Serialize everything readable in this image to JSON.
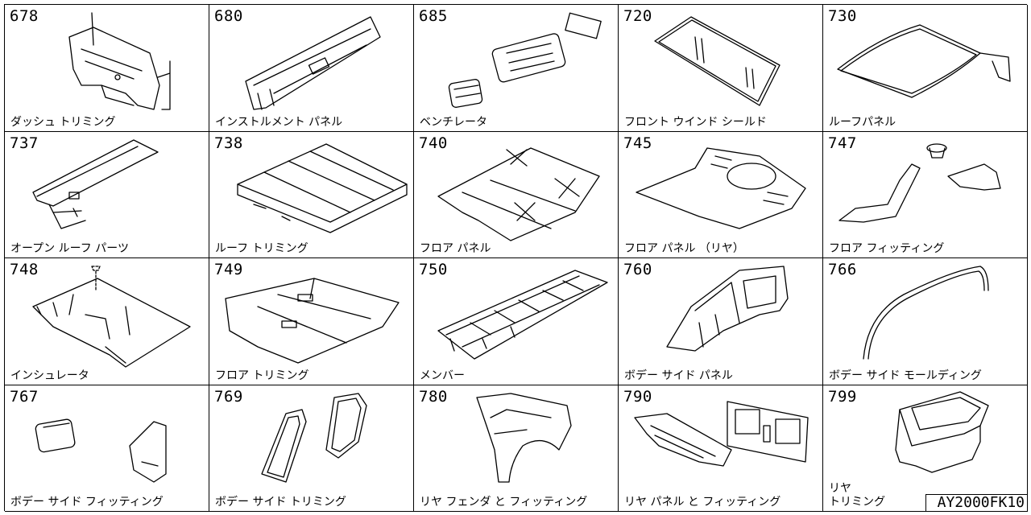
{
  "catalog_code": "AY2000FK10",
  "parts": [
    {
      "number": "678",
      "label": "ダッシュ トリミング"
    },
    {
      "number": "680",
      "label": "インストルメント パネル"
    },
    {
      "number": "685",
      "label": "ベンチレータ"
    },
    {
      "number": "720",
      "label": "フロント ウインド シールド"
    },
    {
      "number": "730",
      "label": "ルーフパネル"
    },
    {
      "number": "737",
      "label": "オープン ルーフ パーツ"
    },
    {
      "number": "738",
      "label": "ルーフ トリミング"
    },
    {
      "number": "740",
      "label": "フロア パネル"
    },
    {
      "number": "745",
      "label": "フロア パネル （リヤ）"
    },
    {
      "number": "747",
      "label": "フロア フィッティング"
    },
    {
      "number": "748",
      "label": "インシュレータ"
    },
    {
      "number": "749",
      "label": "フロア トリミング"
    },
    {
      "number": "750",
      "label": "メンバー"
    },
    {
      "number": "760",
      "label": "ボデー サイド パネル"
    },
    {
      "number": "766",
      "label": "ボデー サイド モールディング"
    },
    {
      "number": "767",
      "label": "ボデー サイド フィッティング"
    },
    {
      "number": "769",
      "label": "ボデー サイド トリミング"
    },
    {
      "number": "780",
      "label": "リヤ フェンダ と フィッティング"
    },
    {
      "number": "790",
      "label": "リヤ パネル と フィッティング"
    },
    {
      "number": "799",
      "label": "リヤ\nトリミング"
    }
  ]
}
